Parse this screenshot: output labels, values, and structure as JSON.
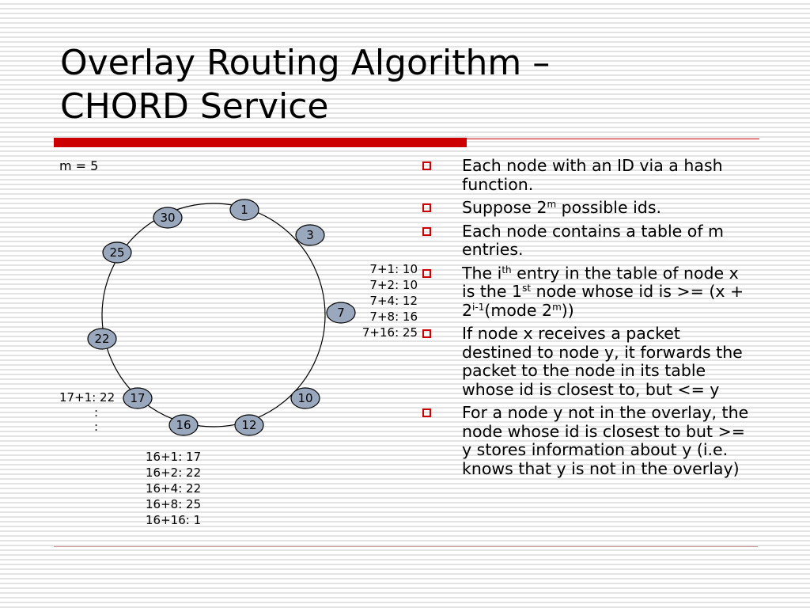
{
  "title_line1": "Overlay Routing Algorithm –",
  "title_line2": "CHORD Service",
  "diagram": {
    "m_label": "m = 5",
    "nodes": [
      {
        "id": "1"
      },
      {
        "id": "3"
      },
      {
        "id": "7"
      },
      {
        "id": "10"
      },
      {
        "id": "12"
      },
      {
        "id": "16"
      },
      {
        "id": "17"
      },
      {
        "id": "22"
      },
      {
        "id": "25"
      },
      {
        "id": "30"
      }
    ],
    "node_fill": "#9aa8bd",
    "table_7": [
      "7+1: 10",
      "7+2: 10",
      "7+4: 12",
      "7+8: 16",
      "7+16: 25"
    ],
    "table_17": [
      "17+1: 22"
    ],
    "table_17_dots": [
      ":",
      ":"
    ],
    "table_16": [
      "16+1: 17",
      "16+2: 22",
      "16+4: 22",
      "16+8: 25",
      "16+16: 1"
    ]
  },
  "bullets": {
    "b1": "Each node with an ID via a hash function.",
    "b2_pre": "Suppose 2",
    "b2_sup": "m",
    "b2_post": " possible ids.",
    "b3": "Each node contains a table of m entries.",
    "b4_t1": "The i",
    "b4_s1": "th",
    "b4_t2": " entry in the table of node x is the 1",
    "b4_s2": "st",
    "b4_t3": " node whose id is >= (x + 2",
    "b4_s3": "i-1",
    "b4_t4": "(mode 2",
    "b4_s4": "m",
    "b4_t5": "))",
    "b5": "If node x receives a packet destined to node y, it forwards the packet to the node in its table whose id is closest to, but <= y",
    "b6": "For a node y not in the overlay, the node whose id is closest to but >= y stores information about y (i.e. knows that y is not in the overlay)"
  },
  "colors": {
    "accent": "#cc0000",
    "node_fill": "#9aa8bd"
  }
}
